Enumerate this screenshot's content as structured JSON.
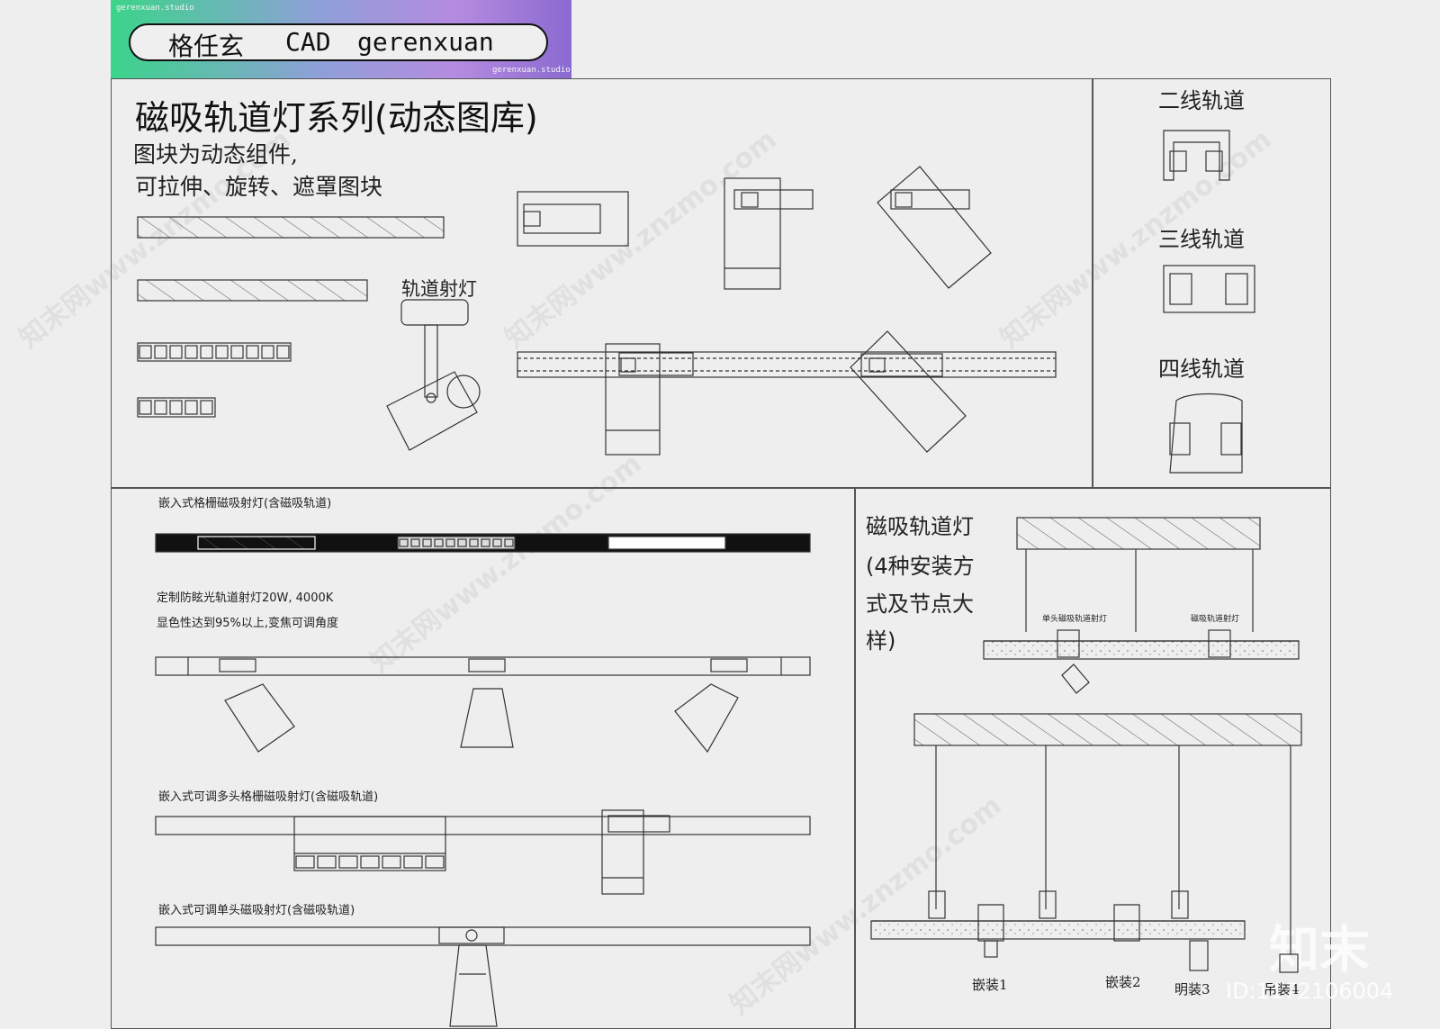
{
  "banner": {
    "studio_top": "gerenxuan.studio",
    "part1": "格任玄",
    "part2": "CAD",
    "part3": "gerenxuan",
    "studio_bottom": "gerenxuan.studio",
    "colors": [
      "#3bd48a",
      "#8ea0d8",
      "#b58be0"
    ]
  },
  "top": {
    "title": "磁吸轨道灯系列(动态图库)",
    "subtitle1": "图块为动态组件,",
    "subtitle2": "可拉伸、旋转、遮罩图块",
    "spot_label": "轨道射灯"
  },
  "tracks": {
    "two": "二线轨道",
    "three": "三线轨道",
    "four": "四线轨道"
  },
  "bottom": {
    "label1": "嵌入式格栅磁吸射灯(含磁吸轨道)",
    "label2a": "定制防眩光轨道射灯20W, 4000K",
    "label2b": "显色性达到95%以上,变焦可调角度",
    "label3": "嵌入式可调多头格栅磁吸射灯(含磁吸轨道)",
    "label4": "嵌入式可调单头磁吸射灯(含磁吸轨道)"
  },
  "install": {
    "title1": "磁吸轨道灯",
    "title2": "(4种安装方",
    "title3": "式及节点大",
    "title4": "样)",
    "note_left": "单头磁吸轨道射灯",
    "note_right": "磁吸轨道射灯",
    "m1": "嵌装1",
    "m2": "嵌装2",
    "m3": "明装3",
    "m4": "吊装4"
  },
  "watermark": {
    "site": "知末网www.znzmo.com",
    "brand": "知末",
    "id": "ID:1172106004"
  }
}
